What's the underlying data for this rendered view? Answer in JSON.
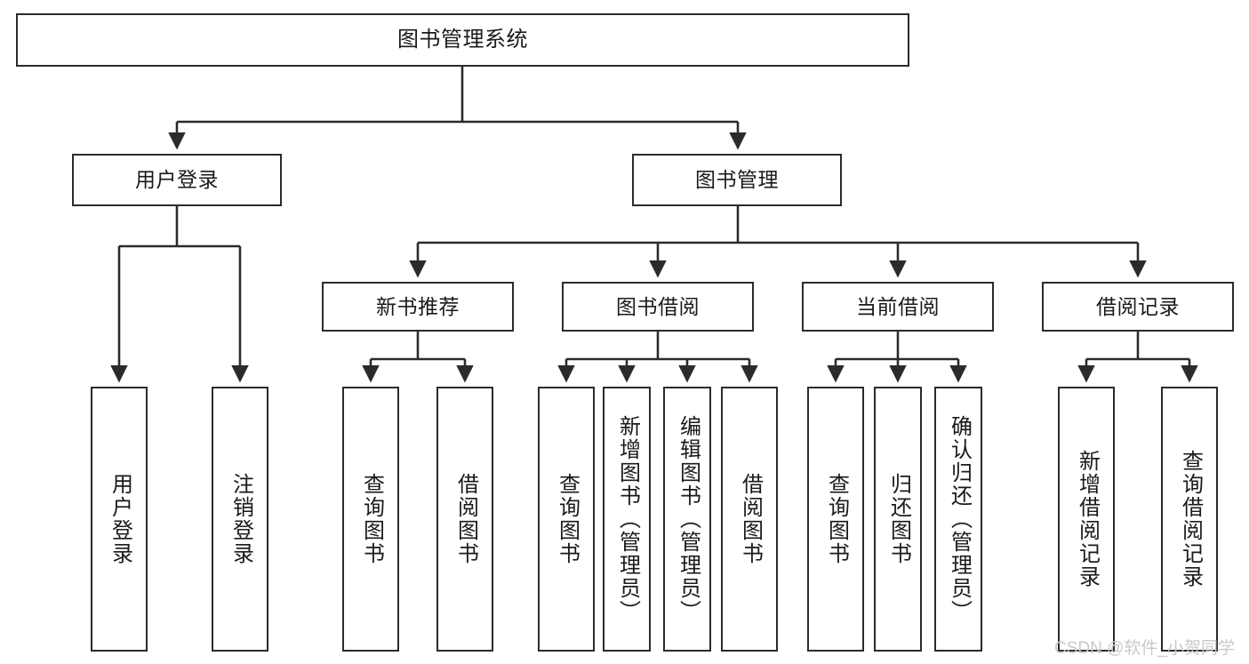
{
  "diagram": {
    "title": "图书管理系统",
    "type": "tree-hierarchy",
    "orientation": "top-down",
    "colors": {
      "node_border": "#2b2b2b",
      "node_fill": "#ffffff",
      "edge": "#2b2b2b",
      "text": "#1a1a1a",
      "watermark": "#c9c9c9",
      "background": "#ffffff"
    },
    "nodes": {
      "root": {
        "label": "图书管理系统"
      },
      "level1": [
        {
          "id": "user-login",
          "label": "用户登录"
        },
        {
          "id": "book-manage",
          "label": "图书管理"
        }
      ],
      "level2": [
        {
          "id": "new-book-recommend",
          "label": "新书推荐"
        },
        {
          "id": "book-borrow",
          "label": "图书借阅"
        },
        {
          "id": "current-borrow",
          "label": "当前借阅"
        },
        {
          "id": "borrow-record",
          "label": "借阅记录"
        }
      ],
      "leaves": {
        "user-login": [
          {
            "id": "leaf-user-login",
            "label": "用户登录"
          },
          {
            "id": "leaf-logout-login",
            "label": "注销登录"
          }
        ],
        "new-book-recommend": [
          {
            "id": "leaf-query-book-1",
            "label": "查询图书"
          },
          {
            "id": "leaf-borrow-book-1",
            "label": "借阅图书"
          }
        ],
        "book-borrow": [
          {
            "id": "leaf-query-book-2",
            "label": "查询图书"
          },
          {
            "id": "leaf-add-book",
            "label": "新增图书（管理员）"
          },
          {
            "id": "leaf-edit-book",
            "label": "编辑图书（管理员）"
          },
          {
            "id": "leaf-borrow-book-2",
            "label": "借阅图书"
          }
        ],
        "current-borrow": [
          {
            "id": "leaf-query-book-3",
            "label": "查询图书"
          },
          {
            "id": "leaf-return-book",
            "label": "归还图书"
          },
          {
            "id": "leaf-confirm-return",
            "label": "确认归还（管理员）"
          }
        ],
        "borrow-record": [
          {
            "id": "leaf-add-record",
            "label": "新增借阅记录"
          },
          {
            "id": "leaf-query-record",
            "label": "查询借阅记录"
          }
        ]
      }
    },
    "watermark": "CSDN @软件_小贺同学"
  }
}
